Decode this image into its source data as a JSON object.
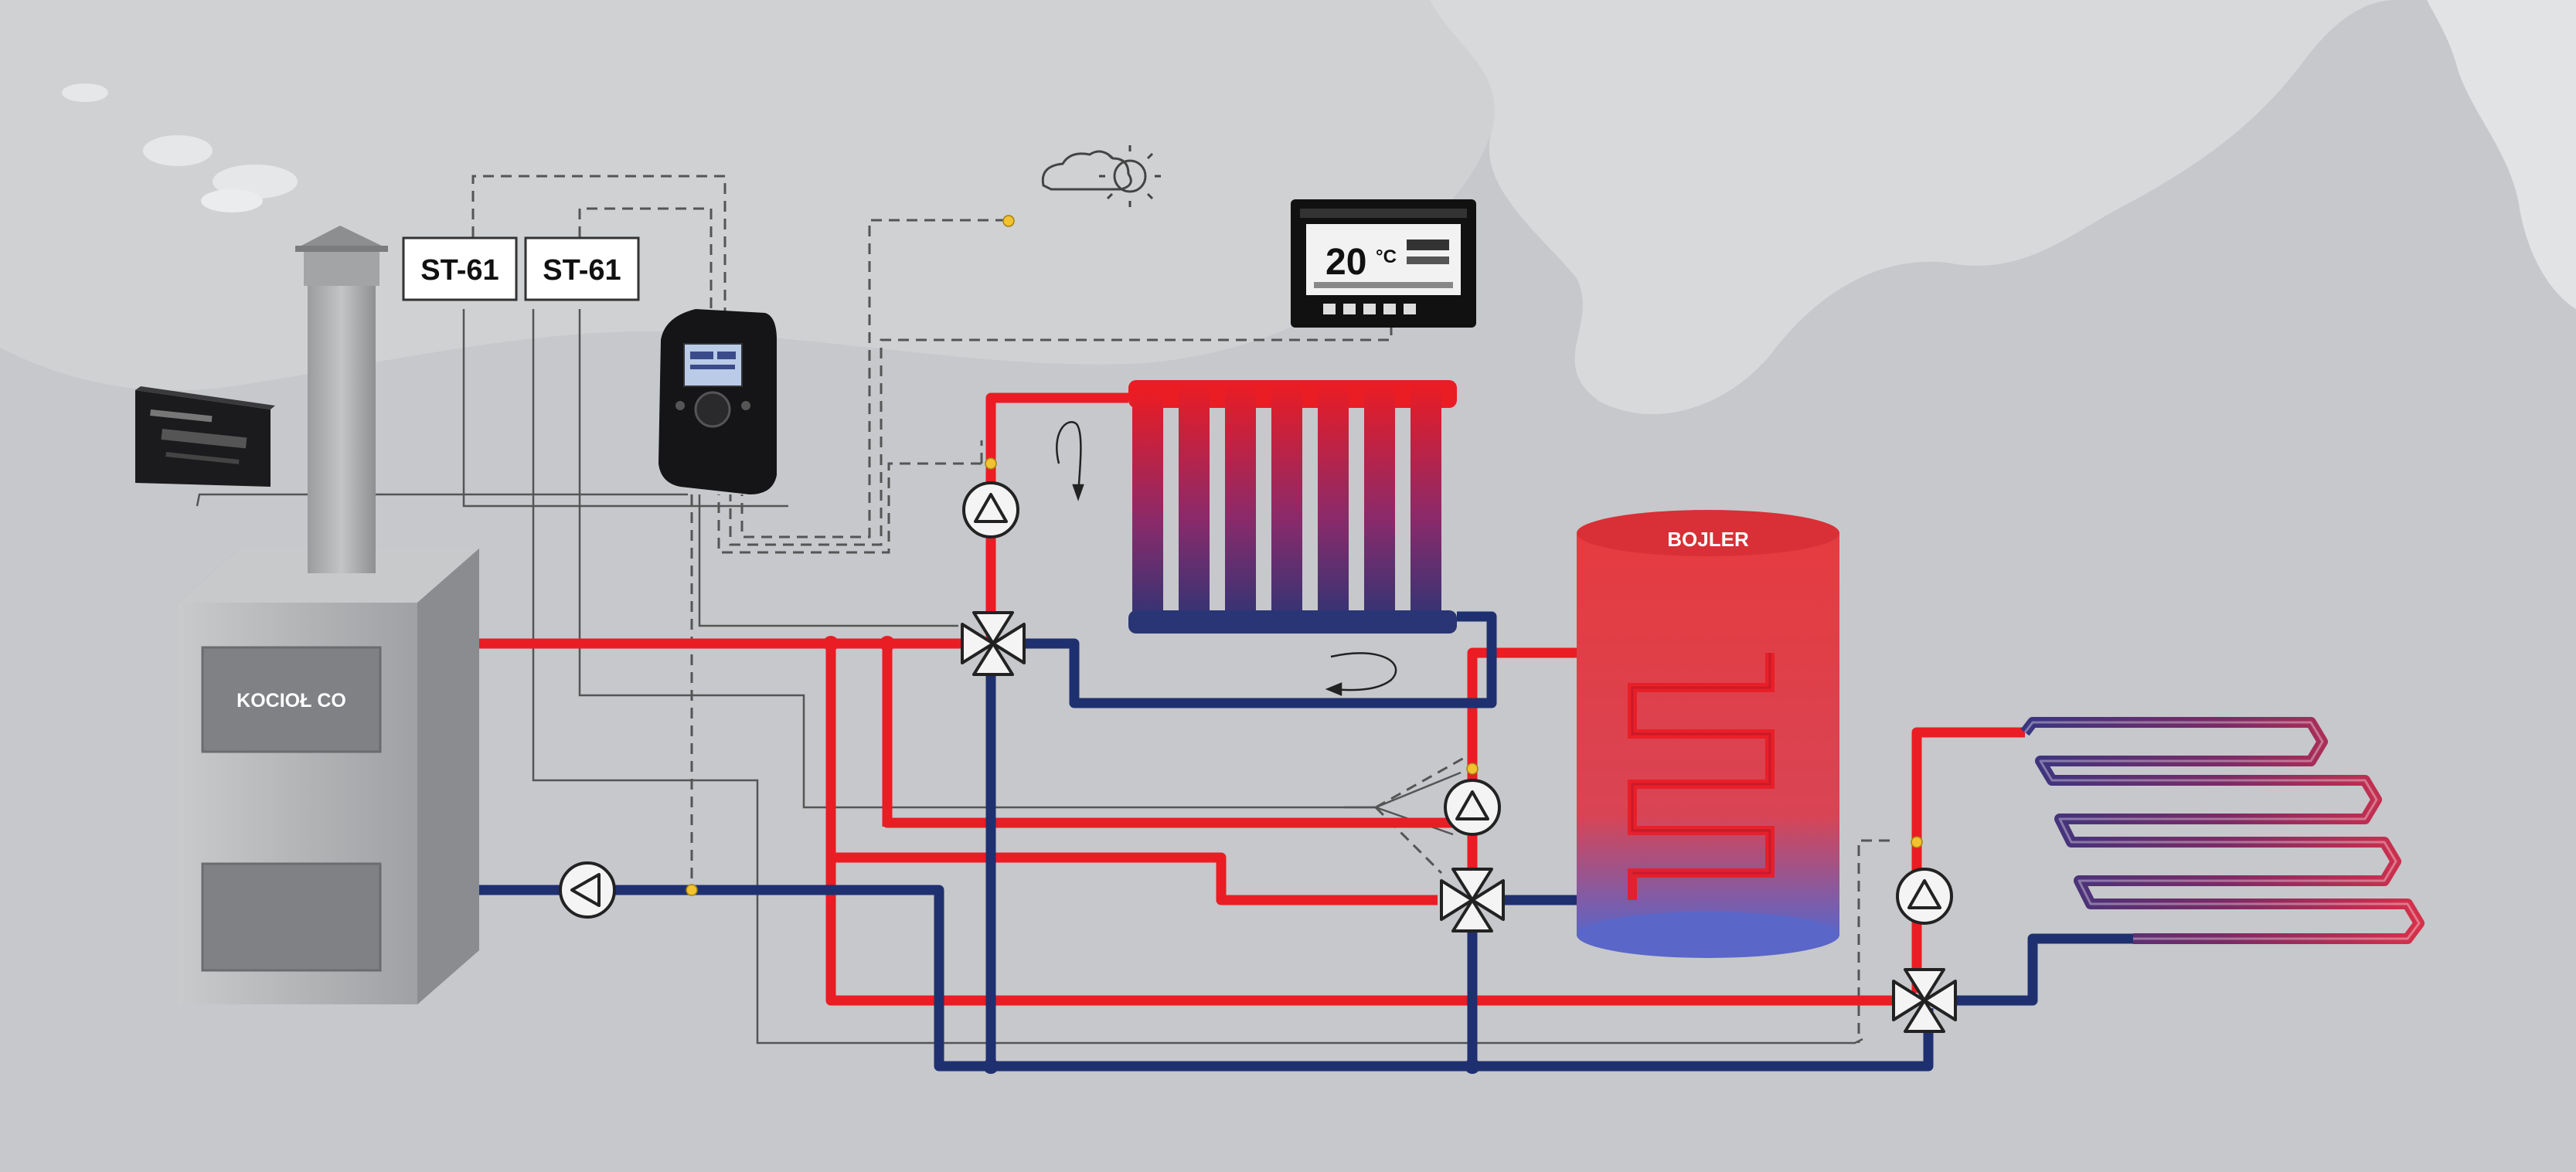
{
  "labels": {
    "boiler": "KOCIOŁ CO",
    "controller_1": "ST-61",
    "controller_2": "ST-61",
    "tank": "BOJLER",
    "thermostat_temp": "20",
    "thermostat_unit": "°C"
  },
  "colors": {
    "background": "#d8d9db",
    "map_silhouette": "#c6c8cb",
    "hot_pipe": "#ea1c24",
    "cold_pipe": "#1f3070",
    "signal_line": "#555555",
    "sensor": "#f2c230",
    "boiler_body": "#a9abae",
    "tank_top": "#e53b3f",
    "tank_bottom": "#5a66c8"
  },
  "icons": [
    "boiler",
    "chimney",
    "wall-controller-icon",
    "room-thermostat-icon",
    "weather-sensor-icon",
    "circulation-pump-icon",
    "mixing-valve-icon",
    "radiator",
    "hot-water-tank",
    "underfloor-heating-coil"
  ]
}
